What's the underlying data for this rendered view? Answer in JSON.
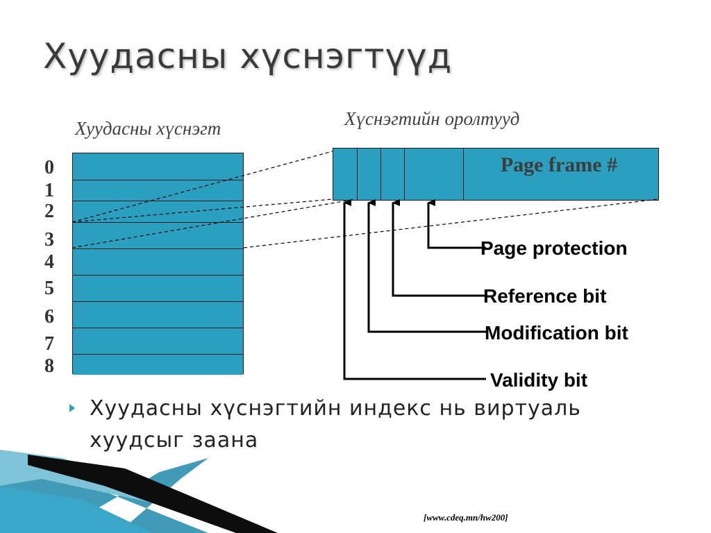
{
  "slide": {
    "title": "Хуудасны хүснэгтүүд",
    "left_caption": "Хуудасны хүснэгт",
    "right_caption": "Хүснэгтийн оролтууд",
    "indices": [
      "0",
      "1",
      "2",
      "3",
      "4",
      "5",
      "6",
      "7",
      "8"
    ],
    "entry": {
      "frame_label": "Page frame #"
    },
    "bits": {
      "protection": "Page protection",
      "reference": "Reference bit",
      "modification": "Modification bit",
      "validity": "Validity bit"
    },
    "bullet": "Хуудасны хүснэгтийн индекс нь виртуаль хуудсыг заана",
    "source": "[www.cdeq.mn/hw200]"
  },
  "colors": {
    "cell_fill": "#2b9fbf",
    "title": "#3a3a3a",
    "bullet": "#2b9fbf"
  }
}
